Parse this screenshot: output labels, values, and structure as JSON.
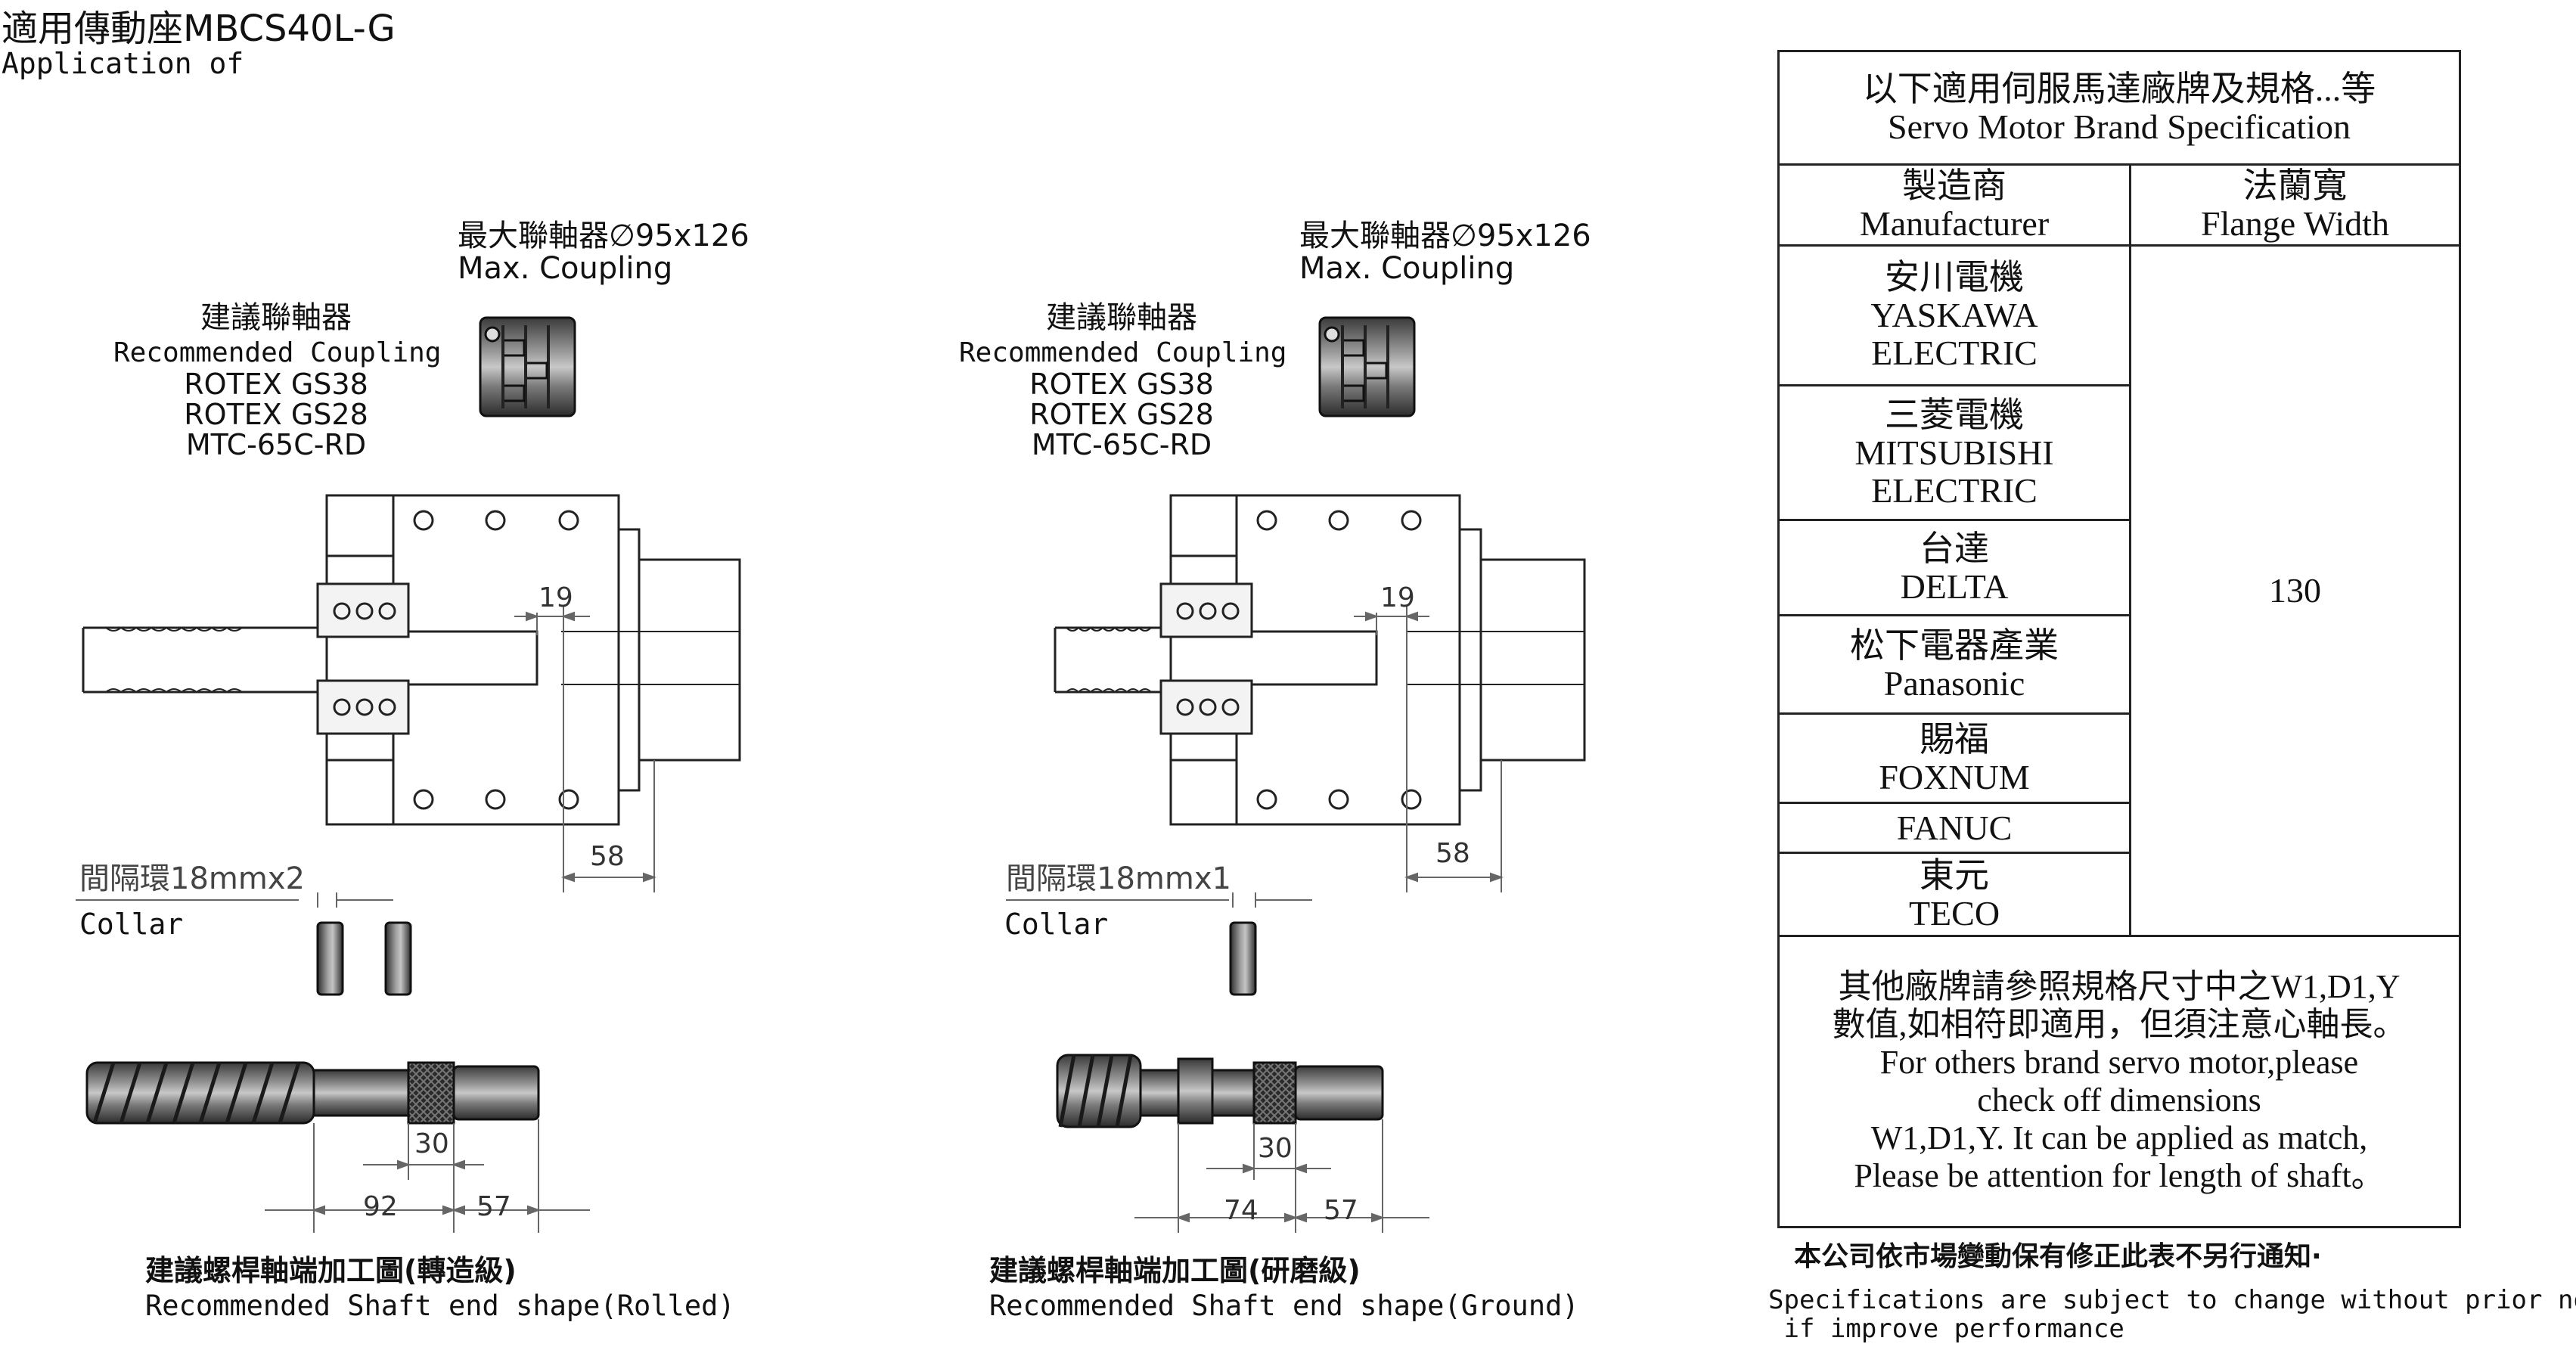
{
  "header": {
    "title_zh": "適用傳動座MBCS40L-G",
    "title_en": "Application of"
  },
  "left": {
    "max_coupling_zh": "最大聯軸器∅95x126",
    "max_coupling_en": "Max. Coupling",
    "rec_zh": "建議聯軸器",
    "rec_en": "Recommended Coupling",
    "rec_items": [
      "ROTEX GS38",
      "ROTEX GS28",
      "MTC-65C-RD"
    ],
    "dim_19": "19",
    "dim_58": "58",
    "collar_zh": "間隔環18mmx2",
    "collar_en": "Collar",
    "dim_30": "30",
    "dim_92": "92",
    "dim_57": "57",
    "shaft_zh": "建議螺桿軸端加工圖(轉造級)",
    "shaft_en": "Recommended Shaft end shape(Rolled)"
  },
  "middle": {
    "max_coupling_zh": "最大聯軸器∅95x126",
    "max_coupling_en": "Max. Coupling",
    "rec_zh": "建議聯軸器",
    "rec_en": "Recommended Coupling",
    "rec_items": [
      "ROTEX GS38",
      "ROTEX GS28",
      "MTC-65C-RD"
    ],
    "dim_19": "19",
    "dim_58": "58",
    "collar_zh": "間隔環18mmx1",
    "collar_en": "Collar",
    "dim_30": "30",
    "dim_74": "74",
    "dim_57": "57",
    "shaft_zh": "建議螺桿軸端加工圖(研磨級)",
    "shaft_en": "Recommended Shaft end shape(Ground)"
  },
  "table": {
    "title_zh": "以下適用伺服馬達廠牌及規格...等",
    "title_en": "Servo Motor Brand Specification",
    "col1_zh": "製造商",
    "col1_en": "Manufacturer",
    "col2_zh": "法蘭寬",
    "col2_en": "Flange Width",
    "brands": [
      {
        "zh": "安川電機",
        "en1": "YASKAWA",
        "en2": "ELECTRIC"
      },
      {
        "zh": "三菱電機",
        "en1": "MITSUBISHI",
        "en2": "ELECTRIC"
      },
      {
        "zh": "台達",
        "en1": "DELTA",
        "en2": ""
      },
      {
        "zh": "松下電器產業",
        "en1": "Panasonic",
        "en2": ""
      },
      {
        "zh": "賜福",
        "en1": "FOXNUM",
        "en2": ""
      },
      {
        "zh": "",
        "en1": "FANUC",
        "en2": ""
      },
      {
        "zh": "東元",
        "en1": "TECO",
        "en2": ""
      }
    ],
    "flange_value": "130",
    "note_zh1": "其他廠牌請參照規格尺寸中之W1,D1,Y",
    "note_zh2": "數值,如相符即適用，但須注意心軸長。",
    "note_en1": "For others brand servo motor,please",
    "note_en2": "check off dimensions",
    "note_en3": "W1,D1,Y. It can be applied as match,",
    "note_en4": "Please be attention for length of shaft。"
  },
  "footer": {
    "notice_zh": "本公司依市場變動保有修正此表不另行通知·",
    "notice_en1": "Specifications are subject to change without prior notice",
    "notice_en2": " if improve performance"
  }
}
